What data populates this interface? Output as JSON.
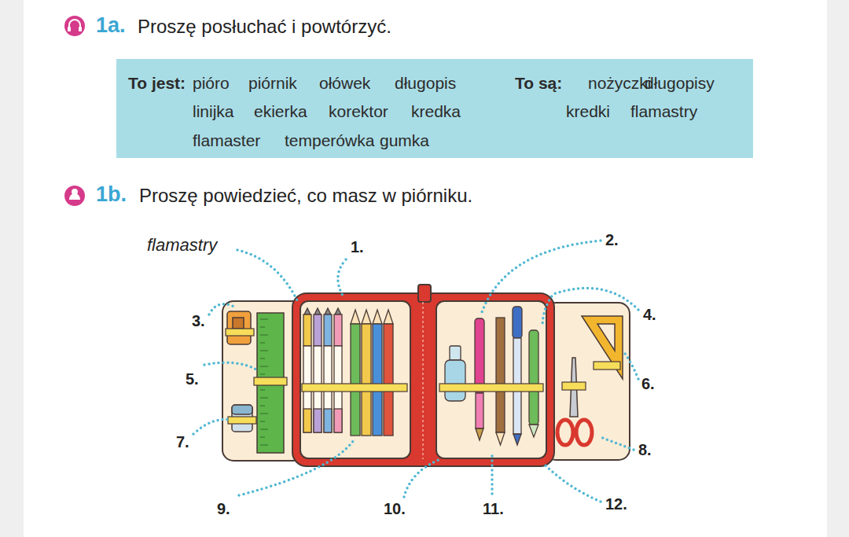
{
  "diagram": {
    "nodes": [
      {
        "text": [
          "To jest:",
          "pióro",
          "piórnik",
          "ołówek",
          "długopis",
          "linijka",
          "ekierka",
          "korektor",
          "kredka",
          "flamaster",
          "temperówka",
          "gumka",
          "To są:",
          "nożyczki",
          "długopisy",
          "kredki",
          "flamastry"
        ]
      }
    ],
    "labels": [
      "1a.",
      "Proszę posłuchać i powtórzyć.",
      "1b.",
      "Proszę powiedzieć, co masz w piórniku.",
      "flamastry",
      "1.",
      "2.",
      "3.",
      "4.",
      "5.",
      "6.",
      "7.",
      "8.",
      "9.",
      "10.",
      "11.",
      "12."
    ]
  }
}
